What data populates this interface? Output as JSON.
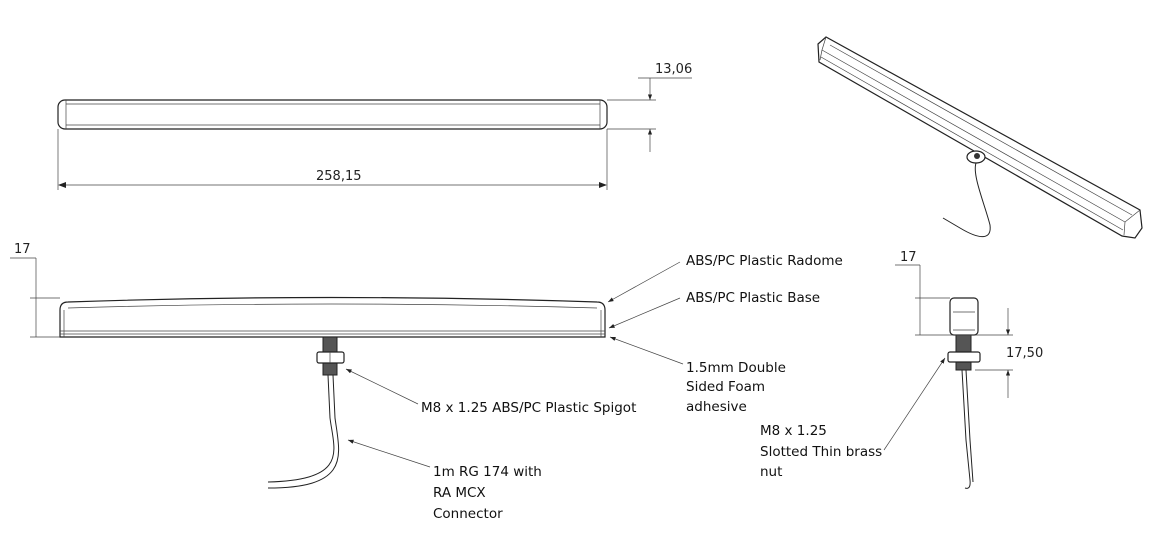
{
  "top_view": {
    "length_dim": "258,15",
    "height_dim": "13,06"
  },
  "side_view": {
    "height_dim": "17",
    "callouts": {
      "radome": "ABS/PC Plastic Radome",
      "base": "ABS/PC Plastic Base",
      "adhesive": [
        "1.5mm Double",
        "Sided Foam",
        "adhesive"
      ],
      "spigot": "M8 x 1.25 ABS/PC Plastic Spigot",
      "cable": [
        "1m RG 174  with",
        "RA MCX",
        "Connector"
      ]
    }
  },
  "end_view": {
    "height_dim": "17",
    "spigot_dim": "17,50",
    "nut_callout": [
      "M8 x 1.25",
      "Slotted Thin brass",
      "nut"
    ]
  }
}
